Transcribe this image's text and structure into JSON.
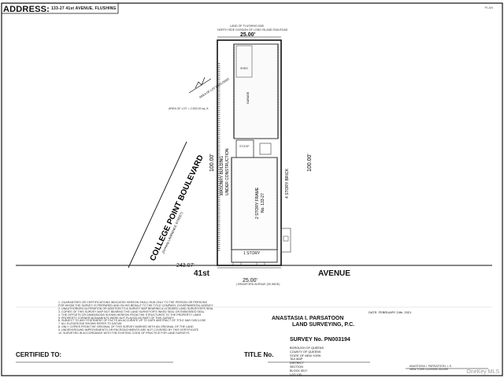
{
  "header": {
    "address_label": "ADDRESS:",
    "address_value": "133-27 41st AVENUE, FLUSHING",
    "page_ref": "PLAN"
  },
  "plan": {
    "north_land": "LAND OF FLUSHING AND",
    "north_land_2": "NORTH SIDE DIVISION OF LONG ISLAND RAILROAD",
    "north_dim": "25.00'",
    "north_note": "AREA OF LOT ENCLOSED",
    "west_dim": "100.00'",
    "east_dim": "100.00'",
    "south_dim": "25.00'",
    "offset_dim": "243.07'",
    "area_of_lot": "AREA OF LOT = 2,500.00 sq. ft.",
    "west_bldg": "MASONRY BUILDING",
    "west_bldg_2": "UNDER CONSTRUCTION",
    "east_bldg": "4 STORY BRICK",
    "house_1": "2 STORY FRAME",
    "house_2": "No. 133-27",
    "one_story": "1 STORY",
    "garage": "GARAGE",
    "stoop": "STOOP",
    "shed": "SHED",
    "street_main": "COLLEGE POINT BOULEVARD",
    "street_sub": "(formerly LAWRENCE STREET)",
    "avenue_num": "41st",
    "avenue_word": "AVENUE",
    "avenue_sub": "( BRADFORD AVENUE (50 WIDE)"
  },
  "notes": [
    "1. GUARANTEES OR CERTIFICATIONS INDICATED HEREON SHALL RUN ONLY TO THE PERSON OR PERSONS",
    "FOR WHOM THE SURVEY IS PREPARED AND ON HIS BEHALF TO THE TITLE COMPANY, GOVERNMENTAL AGENCY",
    "2. UNAUTHORIZED ALTERATION OR ADDITION TO A SURVEY MAP BEARING A LICENSED LAND SURVEYOR'S SEAL",
    "3. COPIES OF THIS SURVEY MAP NOT BEARING THE LAND SURVEYOR'S INKED SEAL OR EMBOSSED SEAL",
    "4. THE OFFSETS OR DIMENSIONS SHOWN HEREON FROM THE STRUCTURES TO THE PROPERTY LINES",
    "5. PROPERTY CORNER MONUMENTS WERE NOT PLACED AS PART OF THIS SURVEY",
    "6. SUBJECT TO ANY STATEMENT OF FACTS AN ACCURATE UP TO DATE ABSTRACT OF TITLE MAY DISCLOSE",
    "7. ALL ELEVATIONS SHOWN REFER TO DATUM",
    "8. ONLY COPIES FROM THE ORIGINAL OF THIS SURVEY MARKED WITH AN ORIGINAL OF THE LAND",
    "9. UNDERGROUND IMPROVEMENTS OR ENCROACHMENTS ARE NOT COVERED BY THIS CERTIFICATE",
    "10. SURVEYED IN ACCORDANCE WITH THE EXISTING CODE OF PRACTICE FOR LAND SURVEYS"
  ],
  "firm": {
    "name": "ANASTASIA I. PARSATOON",
    "company": "LAND SURVEYING, P.C.",
    "date": "DATE: FEBRUARY 24th, 2021",
    "survey_no": "SURVEY No. PN003194",
    "details": "BOROUGH OF QUEENS\nCOUNTY OF QUEENS\nSTATE OF NEW YORK\nTAX MAP\nDISTRICT\nSECTION\nBLOCK 5017\nLOT 130",
    "signature": "ANASTASIA I. PARSATOON, L.S.\nNEW YORK LICENSE 051099"
  },
  "footer": {
    "certified_to": "CERTIFIED TO:",
    "title_no": "TITLE No.",
    "watermark": "OneKey MLS"
  }
}
